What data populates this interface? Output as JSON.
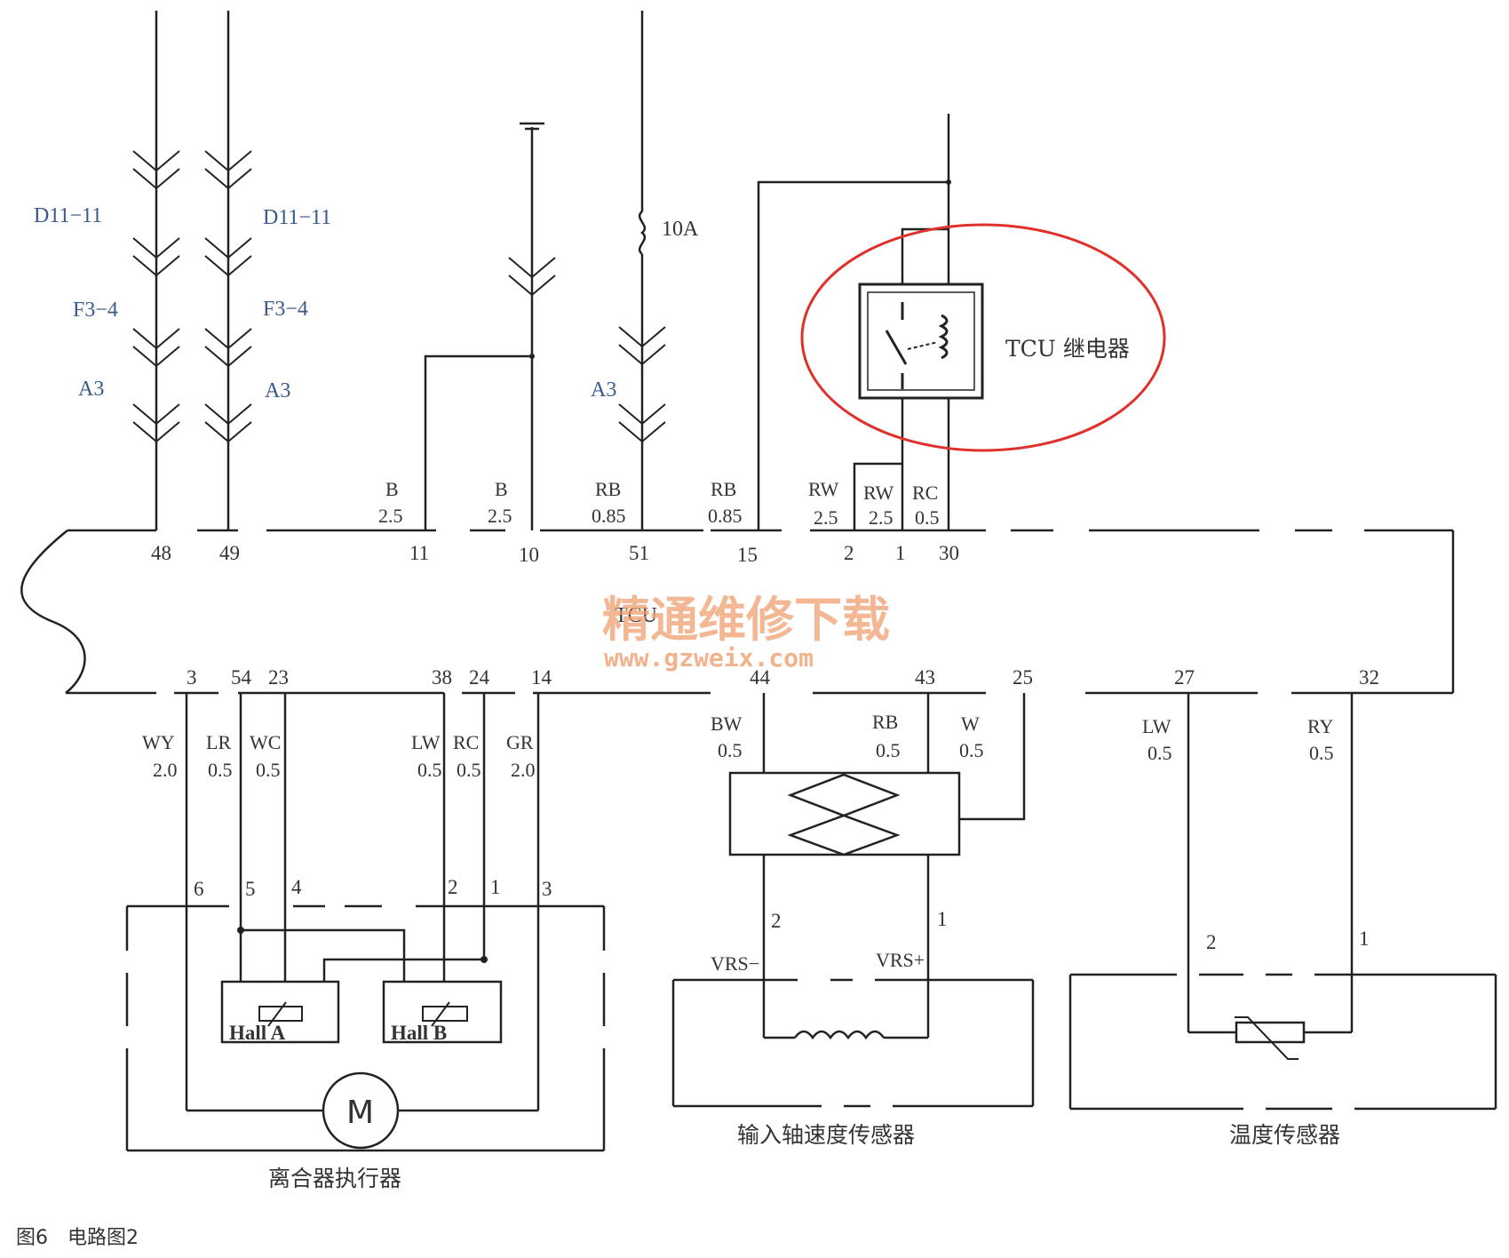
{
  "harness": {
    "d11_left": "D11−11",
    "d11_right": "D11−11",
    "f34_left": "F3−4",
    "f34_right": "F3−4",
    "a3_left": "A3",
    "a3_right": "A3",
    "a3_mid": "A3",
    "fuse": "10A"
  },
  "top_wires": [
    {
      "color": "B",
      "gauge": "2.5",
      "pin": "11"
    },
    {
      "color": "B",
      "gauge": "2.5",
      "pin": "10"
    },
    {
      "color": "RB",
      "gauge": "0.85",
      "pin": "51"
    },
    {
      "color": "RB",
      "gauge": "0.85",
      "pin": "15"
    },
    {
      "color": "RW",
      "gauge": "2.5",
      "pin": "2"
    },
    {
      "color": "RW",
      "gauge": "2.5",
      "pin": "1"
    },
    {
      "color": "RC",
      "gauge": "0.5",
      "pin": "30"
    }
  ],
  "top_pins_left": [
    "48",
    "49"
  ],
  "relay_label": "TCU 继电器",
  "tcu_label": "TCU",
  "watermark": {
    "cn": "精通维修下载",
    "url": "www.gzweix.com"
  },
  "bottom_pins": [
    "3",
    "54",
    "23",
    "38",
    "24",
    "14",
    "44",
    "43",
    "25",
    "27",
    "32"
  ],
  "bottom_wires": [
    {
      "color": "WY",
      "gauge": "2.0"
    },
    {
      "color": "LR",
      "gauge": "0.5"
    },
    {
      "color": "WC",
      "gauge": "0.5"
    },
    {
      "color": "LW",
      "gauge": "0.5"
    },
    {
      "color": "RC",
      "gauge": "0.5"
    },
    {
      "color": "GR",
      "gauge": "2.0"
    },
    {
      "color": "BW",
      "gauge": "0.5"
    },
    {
      "color": "RB",
      "gauge": "0.5"
    },
    {
      "color": "W",
      "gauge": "0.5"
    },
    {
      "color": "LW",
      "gauge": "0.5"
    },
    {
      "color": "RY",
      "gauge": "0.5"
    }
  ],
  "clutch": {
    "pins": [
      "6",
      "5",
      "4",
      "2",
      "1",
      "3"
    ],
    "hall_a": "Hall A",
    "hall_b": "Hall B",
    "motor": "M",
    "label": "离合器执行器"
  },
  "speed_sensor": {
    "pins": [
      "2",
      "1"
    ],
    "vrs_minus": "VRS−",
    "vrs_plus": "VRS+",
    "label": "输入轴速度传感器"
  },
  "temp_sensor": {
    "pins": [
      "2",
      "1"
    ],
    "label": "温度传感器"
  },
  "caption": "图6　电路图2",
  "colors": {
    "highlight": "#e0302a",
    "watermark": "#f0a070",
    "line": "#222222"
  }
}
